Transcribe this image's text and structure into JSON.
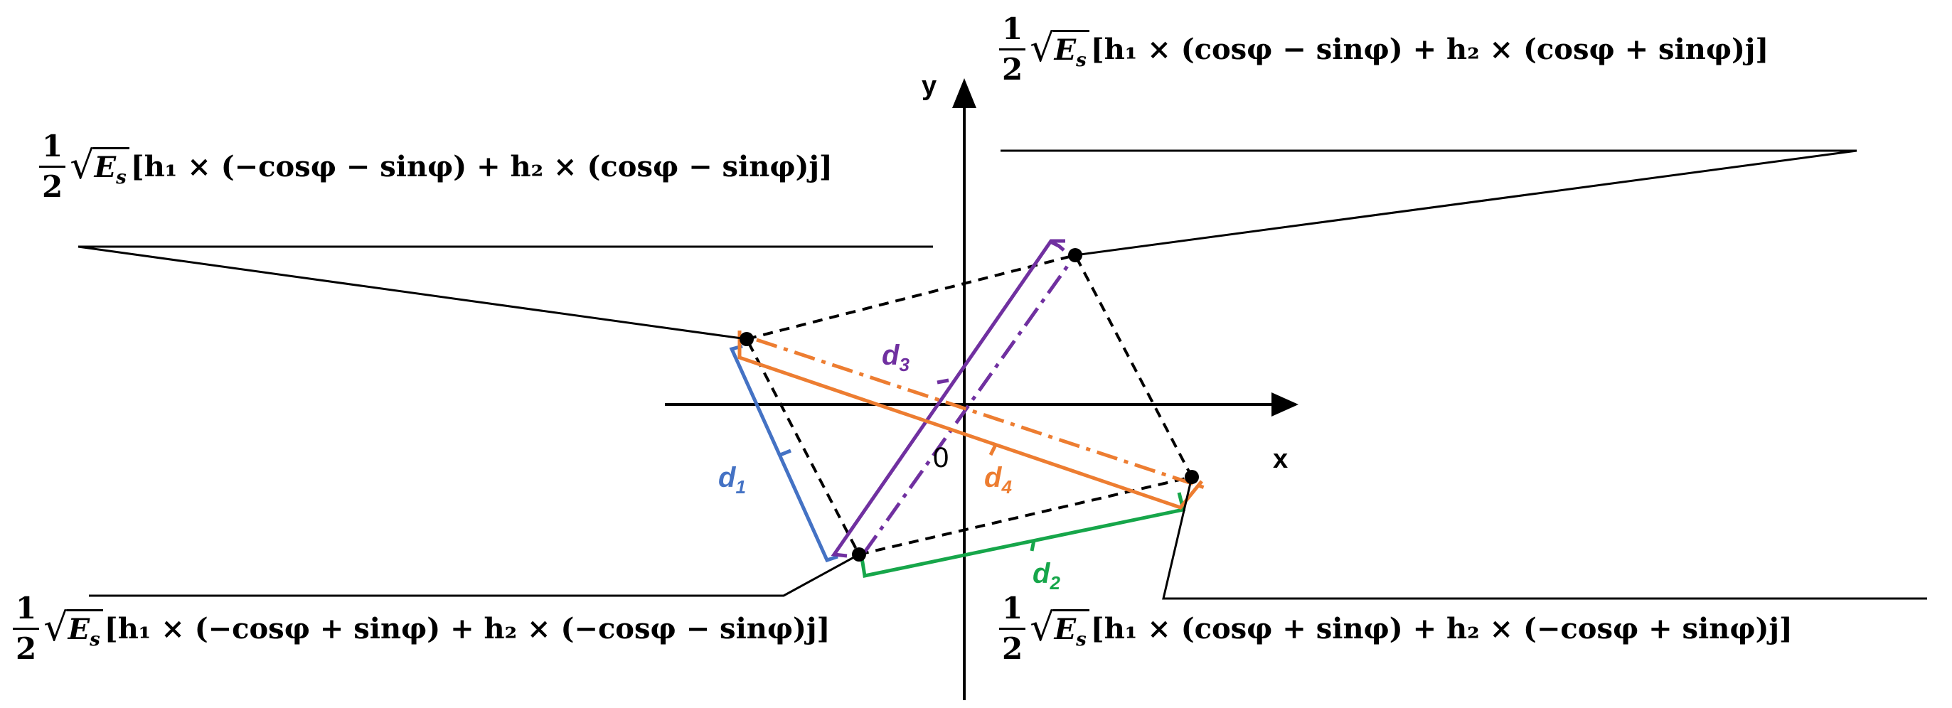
{
  "axes": {
    "x_label": "x",
    "y_label": "y",
    "origin_label": "0"
  },
  "distances": {
    "d1": {
      "base": "d",
      "sub": "1",
      "color": "#4472C4"
    },
    "d2": {
      "base": "d",
      "sub": "2",
      "color": "#16A64A"
    },
    "d3": {
      "base": "d",
      "sub": "3",
      "color": "#7030A0"
    },
    "d4": {
      "base": "d",
      "sub": "4",
      "color": "#ED7D31"
    }
  },
  "formulas": {
    "top_left": {
      "frac_num": "1",
      "frac_den": "2",
      "sqrt_base": "E",
      "sqrt_sub": "s",
      "body": "[h₁ × (−cosφ − sinφ) + h₂ × (cosφ − sinφ)j]"
    },
    "top_right": {
      "frac_num": "1",
      "frac_den": "2",
      "sqrt_base": "E",
      "sqrt_sub": "s",
      "body": "[h₁ × (cosφ − sinφ) + h₂ × (cosφ + sinφ)j]"
    },
    "bottom_left": {
      "frac_num": "1",
      "frac_den": "2",
      "sqrt_base": "E",
      "sqrt_sub": "s",
      "body": "[h₁ × (−cosφ + sinφ) + h₂ × (−cosφ − sinφ)j]"
    },
    "bottom_right": {
      "frac_num": "1",
      "frac_den": "2",
      "sqrt_base": "E",
      "sqrt_sub": "s",
      "body": "[h₁ × (cosφ + sinφ) + h₂ × (−cosφ + sinφ)j]"
    }
  },
  "colors": {
    "black": "#000000",
    "blue": "#4472C4",
    "green": "#16A64A",
    "purple": "#7030A0",
    "orange": "#ED7D31"
  }
}
